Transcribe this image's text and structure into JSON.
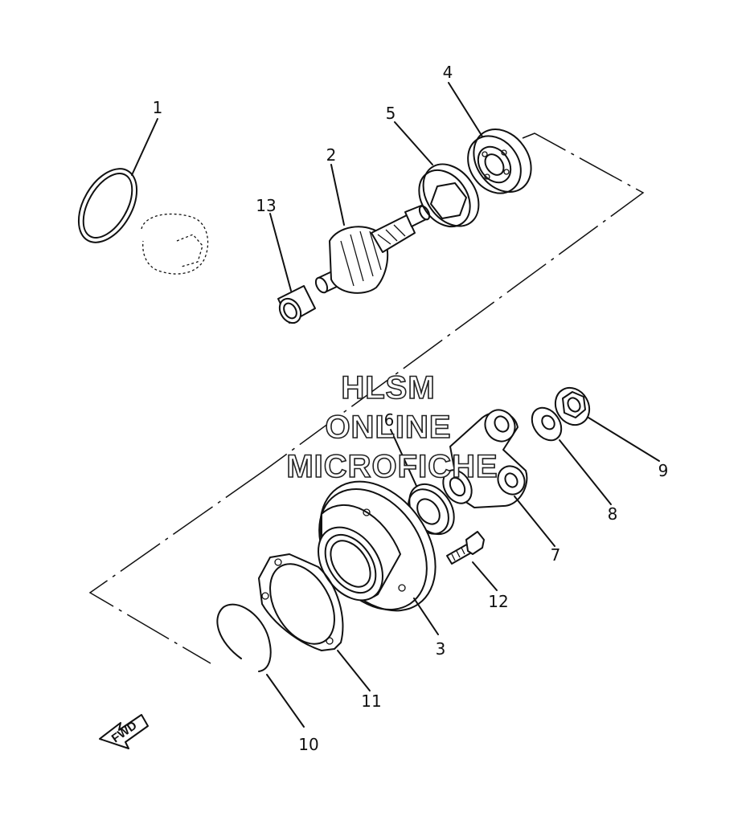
{
  "callouts": [
    "1",
    "2",
    "3",
    "4",
    "5",
    "6",
    "7",
    "8",
    "9",
    "10",
    "11",
    "12",
    "13"
  ],
  "watermark": {
    "line1": "HLSM",
    "line2": "ONLINE",
    "line3": "MICROFICHE"
  },
  "fwd_label": "FWD",
  "colors": {
    "ink": "#111111",
    "paper": "#ffffff"
  }
}
